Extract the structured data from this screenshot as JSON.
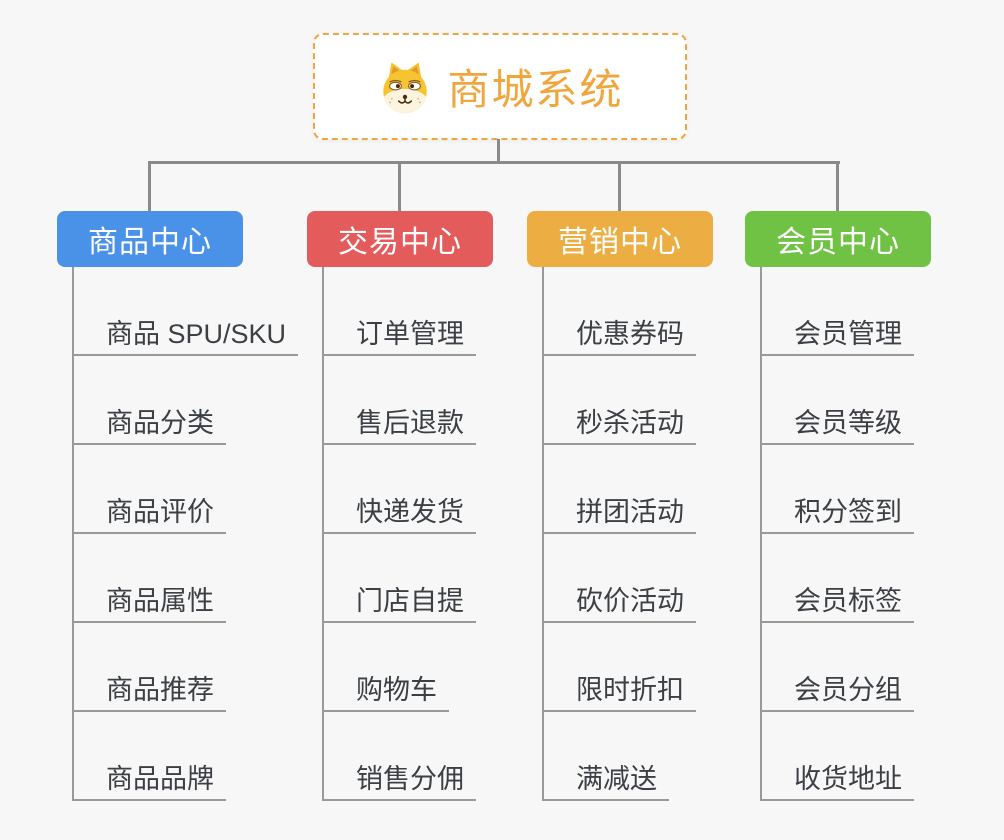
{
  "page": {
    "background": "#f7f7f7"
  },
  "root": {
    "label": "商城系统",
    "color": "#f0a63c",
    "icon": "shiba-dog-icon"
  },
  "connector": {
    "color": "#8a8a8a",
    "leaf_line_color": "#999999"
  },
  "branches": [
    {
      "label": "商品中心",
      "color": "#4a92e8",
      "items": [
        "商品 SPU/SKU",
        "商品分类",
        "商品评价",
        "商品属性",
        "商品推荐",
        "商品品牌"
      ]
    },
    {
      "label": "交易中心",
      "color": "#e45b5b",
      "items": [
        "订单管理",
        "售后退款",
        "快递发货",
        "门店自提",
        "购物车",
        "销售分佣"
      ]
    },
    {
      "label": "营销中心",
      "color": "#ecad42",
      "items": [
        "优惠券码",
        "秒杀活动",
        "拼团活动",
        "砍价活动",
        "限时折扣",
        "满减送"
      ]
    },
    {
      "label": "会员中心",
      "color": "#6fc243",
      "items": [
        "会员管理",
        "会员等级",
        "积分签到",
        "会员标签",
        "会员分组",
        "收货地址"
      ]
    }
  ]
}
